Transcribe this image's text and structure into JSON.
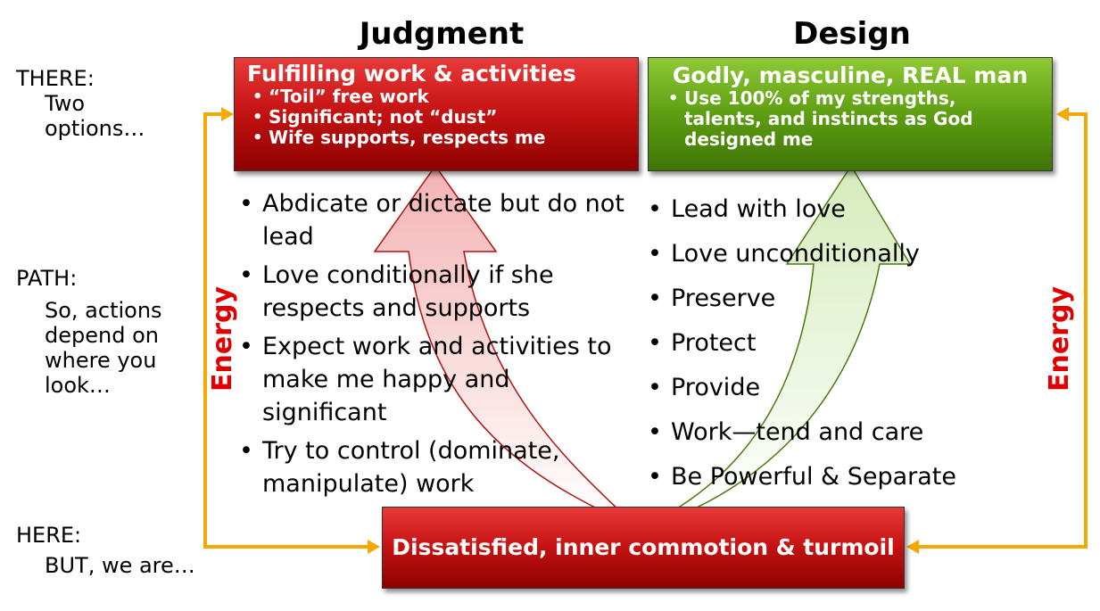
{
  "headings": {
    "judgment": "Judgment",
    "design": "Design"
  },
  "left": {
    "there_label": "THERE:",
    "there_line1": "Two",
    "there_line2": "options…",
    "path_label": "PATH:",
    "path_line1": "So, actions",
    "path_line2": "depend on",
    "path_line3": "where you",
    "path_line4": "look…",
    "here_label": "HERE:",
    "here_line1": "BUT, we are…"
  },
  "judgment_box": {
    "title": "Fulfilling work & activities",
    "bullets": [
      "“Toil” free work",
      "Significant; not “dust”",
      "Wife supports, respects me"
    ]
  },
  "design_box": {
    "title": "Godly, masculine, REAL man",
    "bullet": "Use 100% of my strengths, talents, and instincts as God designed me"
  },
  "judgment_list": [
    "Abdicate or dictate but do not lead",
    "Love conditionally if she respects and supports",
    "Expect work and activities to make me happy and significant",
    "Try to control (dominate, manipulate) work"
  ],
  "design_list": [
    "Lead with love",
    "Love unconditionally",
    "Preserve",
    "Protect",
    "Provide",
    "Work—tend and care",
    "Be Powerful & Separate"
  ],
  "bottom_box": {
    "title": "Dissatisfied, inner commotion & turmoil"
  },
  "energy_left": "Energy",
  "energy_right": "Energy",
  "colors": {
    "red": "#c81414",
    "green": "#5d9e12",
    "orange": "#f5a800",
    "energy": "#e00000"
  }
}
